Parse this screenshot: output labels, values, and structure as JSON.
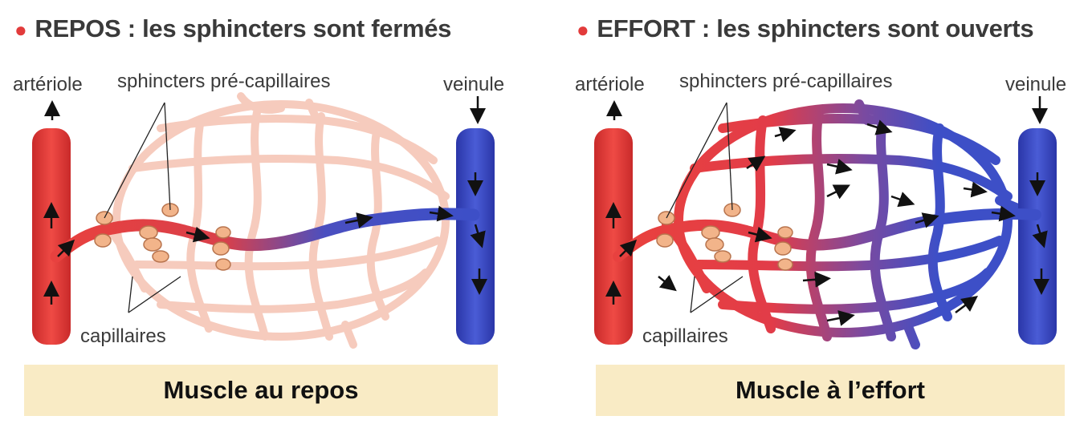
{
  "panels": [
    {
      "heading": "REPOS : les sphincters sont fermés",
      "labels": {
        "arteriole": "artériole",
        "sphincters": "sphincters pré-capillaires",
        "veinule": "veinule",
        "capillaires": "capillaires"
      },
      "caption": "Muscle au repos",
      "state": "closed"
    },
    {
      "heading": "EFFORT : les sphincters sont ouverts",
      "labels": {
        "arteriole": "artériole",
        "sphincters": "sphincters pré-capillaires",
        "veinule": "veinule",
        "capillaires": "capillaires"
      },
      "caption": "Muscle à l’effort",
      "state": "open"
    }
  ],
  "colors": {
    "artery": "#e8413f",
    "vein": "#3d4fc7",
    "bullet": "#e23b3b",
    "capillary_closed": "#f6c9bb",
    "sphincter": "#f2b48a",
    "caption_bg": "#f9ebc5"
  }
}
